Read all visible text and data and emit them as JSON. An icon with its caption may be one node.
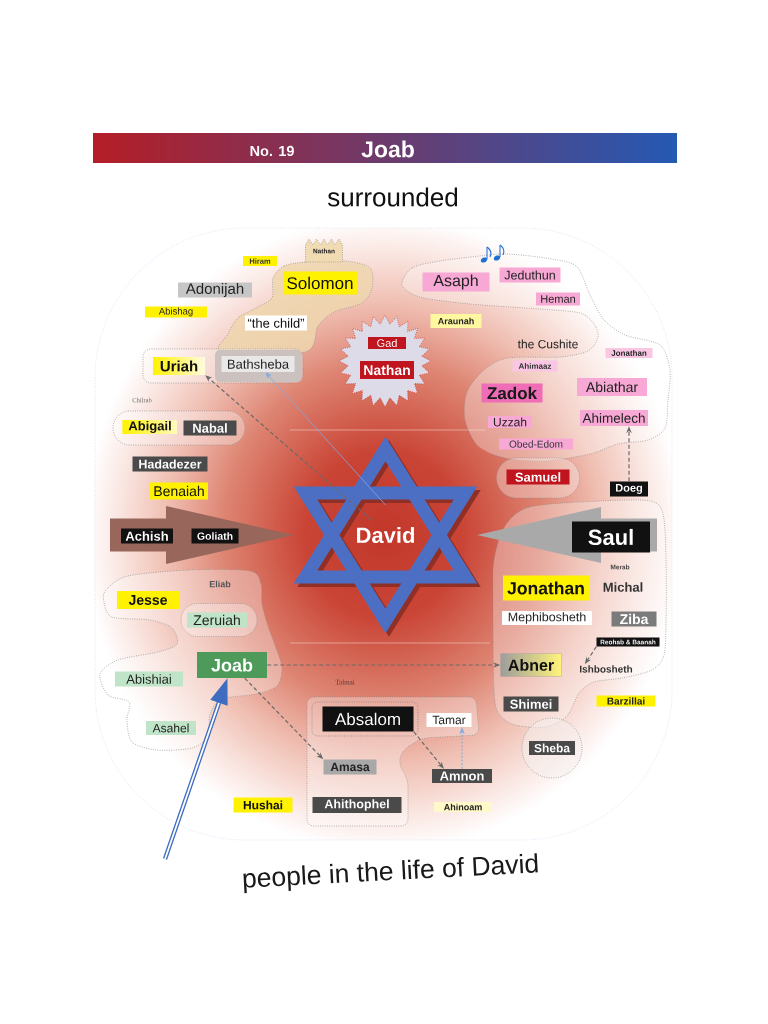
{
  "diagram": {
    "title": "Joab",
    "caption": "people in the life of David",
    "nodes": [
      {
        "text": [
          "Hiram"
        ]
      },
      {
        "text": [],
        "shape": "cloud"
      },
      {
        "text": [
          "Nathan"
        ]
      },
      {
        "text": [],
        "shape": "cloud"
      },
      {
        "text": [
          "Asaph"
        ],
        "in": 3
      },
      {
        "text": [
          "Jeduthun"
        ],
        "in": 3
      },
      {
        "text": [
          "Solomon"
        ],
        "in": 1
      },
      {
        "text": [
          "Adonijah"
        ]
      },
      {
        "text": [
          "Heman"
        ],
        "in": 3
      },
      {
        "text": [
          "Abishag"
        ]
      },
      {
        "text": [
          "Araunah"
        ]
      },
      {
        "text": [
          "“the child”"
        ],
        "in": 1
      },
      {
        "text": [],
        "shape": "star"
      },
      {
        "text": [
          "Gad"
        ],
        "in": 12
      },
      {
        "text": [
          "Nathan"
        ],
        "in": 12
      },
      {
        "text": [
          "Jonathan"
        ],
        "in": 3
      },
      {
        "text": [],
        "shape": "box"
      },
      {
        "text": [
          "Uriah"
        ],
        "in": 16
      },
      {
        "text": [
          "Bathsheba"
        ],
        "in": 16
      },
      {
        "text": [
          "Ahimaaz"
        ],
        "in": 3
      },
      {
        "text": [
          "Abiathar"
        ],
        "in": 3
      },
      {
        "text": [
          "Zadok"
        ],
        "in": 3
      },
      {
        "text": [
          "Ahimelech"
        ],
        "in": 3
      },
      {
        "text": [
          "Uzzah"
        ],
        "in": 3
      },
      {
        "text": [],
        "shape": "oval"
      },
      {
        "text": [
          "Abigail"
        ],
        "in": 24
      },
      {
        "text": [
          "Nabal"
        ],
        "in": 24
      },
      {
        "text": [
          "Obed-Edom"
        ],
        "in": 3
      },
      {
        "text": [
          "Hadadezer"
        ]
      },
      {
        "text": [],
        "shape": "oval"
      },
      {
        "text": [
          "Samuel"
        ],
        "in": 29
      },
      {
        "text": [
          "Doeg"
        ]
      },
      {
        "text": [
          "Benaiah"
        ]
      },
      {
        "text": [
          "Achish"
        ]
      },
      {
        "text": [
          "Goliath"
        ]
      },
      {
        "text": [
          "David"
        ]
      },
      {
        "text": [],
        "shape": "cloud"
      },
      {
        "text": [
          "Saul"
        ],
        "in": 36
      },
      {
        "text": [],
        "shape": "cloud"
      },
      {
        "text": [
          "Jesse"
        ],
        "in": 38
      },
      {
        "text": [
          "Jonathan"
        ],
        "in": 36
      },
      {
        "text": [],
        "shape": "oval",
        "in": 38
      },
      {
        "text": [
          "Zeruiah"
        ],
        "in": 41
      },
      {
        "text": [
          "Mephibosheth"
        ],
        "in": 36
      },
      {
        "text": [
          "Ziba"
        ],
        "in": 36
      },
      {
        "text": [
          "Reohab & Baanah"
        ],
        "in": 36
      },
      {
        "text": [
          "Joab"
        ],
        "in": 38
      },
      {
        "text": [
          "Abner"
        ],
        "in": 36
      },
      {
        "text": [
          "Ishbosheth"
        ],
        "in": 36
      },
      {
        "text": [
          "Abishiai"
        ],
        "in": 38
      },
      {
        "text": [],
        "shape": "cloud"
      },
      {
        "text": [
          "Shimei"
        ],
        "in": 36
      },
      {
        "text": [
          "Barzillai"
        ]
      },
      {
        "text": [
          "Absalom"
        ],
        "in": 50
      },
      {
        "text": [
          "Tamar"
        ],
        "in": 50
      },
      {
        "text": [
          "Asahel"
        ],
        "in": 38
      },
      {
        "text": [],
        "shape": "circle"
      },
      {
        "text": [
          "Sheba"
        ],
        "in": 56
      },
      {
        "text": [
          "Amasa"
        ],
        "in": 50
      },
      {
        "text": [
          "Amnon"
        ]
      },
      {
        "text": [
          "Hushai"
        ]
      },
      {
        "text": [
          "Ahithophel"
        ],
        "in": 50
      },
      {
        "text": [
          "Ahinoam"
        ]
      }
    ],
    "edges": [
      {
        "from": 35,
        "to": 17,
        "arrow": "to",
        "style": "dashed"
      },
      {
        "from": 35,
        "to": 18,
        "arrow": "to",
        "color": "#7ea8e4"
      },
      {
        "from": 31,
        "to": 22,
        "arrow": "to",
        "style": "dashed"
      },
      {
        "from": 46,
        "to": 47,
        "arrow": "to",
        "style": "dashed"
      },
      {
        "from": 46,
        "to": 58,
        "arrow": "to",
        "style": "dashed"
      },
      {
        "from": 53,
        "to": 59,
        "arrow": "to",
        "style": "dashed"
      },
      {
        "from": 59,
        "to": 54,
        "arrow": "to",
        "style": "dashed",
        "color": "#7ea8e4"
      },
      {
        "from": 45,
        "to": 48,
        "arrow": "to",
        "style": "dashed"
      },
      {
        "from": null,
        "to": 46,
        "arrow": "to",
        "style": "thick",
        "color": "#3d6cc0"
      },
      {
        "from": 33,
        "to": 35,
        "arrow": "to",
        "style": "thick",
        "color": "#98665a"
      },
      {
        "from": 37,
        "to": 35,
        "arrow": "to",
        "style": "thick",
        "color": "#a9a9a9"
      }
    ],
    "labels": [
      "No. 19",
      "surrounded",
      "the Cushite",
      "Chilrab",
      "Merab",
      "Eliab",
      "Michal",
      "Talmai"
    ]
  }
}
